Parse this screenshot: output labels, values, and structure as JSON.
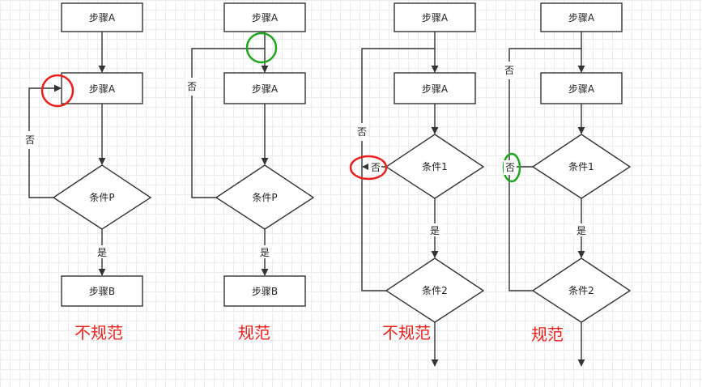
{
  "colors": {
    "stroke": "#333333",
    "bad_marker": "#e8201c",
    "good_marker": "#1fa51f",
    "caption": "#e8201c"
  },
  "diagrams": [
    {
      "step_a_top": "步骤A",
      "step_a": "步骤A",
      "condition": "条件P",
      "no_label": "否",
      "yes_label": "是",
      "step_b": "步骤B",
      "verdict": "不规范"
    },
    {
      "step_a_top": "步骤A",
      "step_a": "步骤A",
      "condition": "条件P",
      "no_label": "否",
      "yes_label": "是",
      "step_b": "步骤B",
      "verdict": "规范"
    },
    {
      "step_a_top": "步骤A",
      "step_a": "步骤A",
      "condition_1": "条件1",
      "condition_2": "条件2",
      "no_label_1": "否",
      "no_label_2": "否",
      "yes_label": "是",
      "verdict": "不规范"
    },
    {
      "step_a_top": "步骤A",
      "step_a": "步骤A",
      "condition_1": "条件1",
      "condition_2": "条件2",
      "no_label_1": "否",
      "no_label_2": "否",
      "yes_label": "是",
      "verdict": "规范"
    }
  ]
}
